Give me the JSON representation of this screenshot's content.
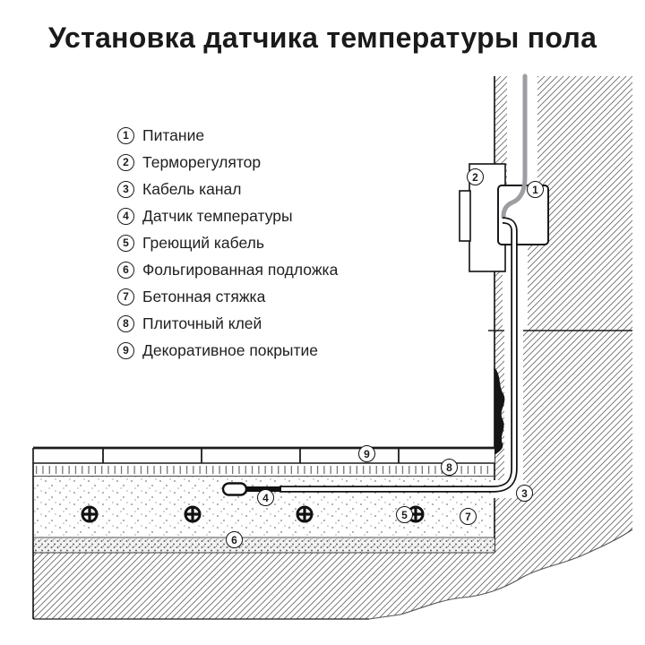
{
  "title": "Установка датчика температуры пола",
  "legend": {
    "items": [
      {
        "num": "1",
        "label": "Питание"
      },
      {
        "num": "2",
        "label": "Терморегулятор"
      },
      {
        "num": "3",
        "label": "Кабель канал"
      },
      {
        "num": "4",
        "label": "Датчик температуры"
      },
      {
        "num": "5",
        "label": "Греющий кабель"
      },
      {
        "num": "6",
        "label": "Фольгированная подложка"
      },
      {
        "num": "7",
        "label": "Бетонная стяжка"
      },
      {
        "num": "8",
        "label": "Плиточный клей"
      },
      {
        "num": "9",
        "label": "Декоративное покрытие"
      }
    ]
  },
  "diagram": {
    "callouts": [
      {
        "num": "1"
      },
      {
        "num": "2"
      },
      {
        "num": "3"
      },
      {
        "num": "4"
      },
      {
        "num": "5"
      },
      {
        "num": "6"
      },
      {
        "num": "7"
      },
      {
        "num": "8"
      },
      {
        "num": "9"
      }
    ]
  },
  "colors": {
    "ink": "#1c1c1c",
    "cable_gray": "#9c9ea1",
    "hatch_line": "#6d6d6d",
    "background": "#ffffff"
  }
}
